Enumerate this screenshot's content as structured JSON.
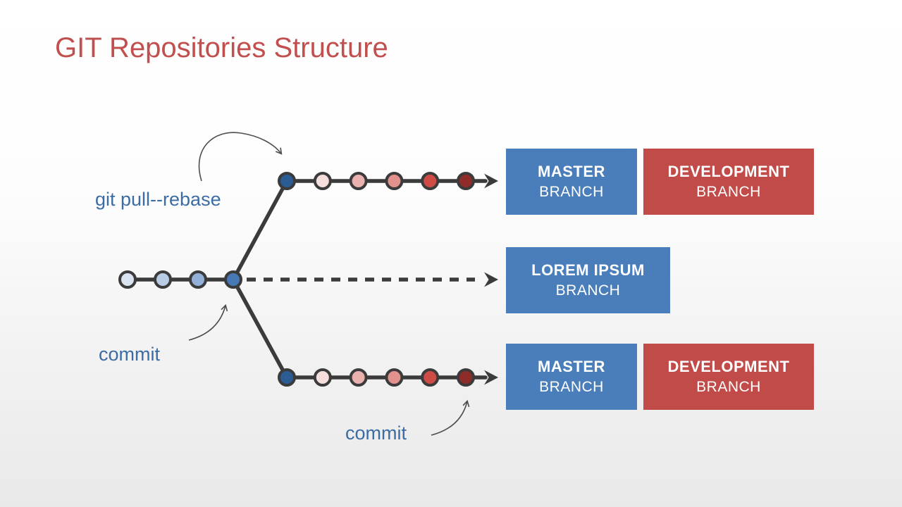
{
  "slide": {
    "title": "GIT Repositories Structure"
  },
  "colors": {
    "title": "#C14F4D",
    "label": "#3C6CA4",
    "line": "#3B3B3B",
    "annotation_arrow": "#4D4D4D",
    "box_text": "#FFFFFF"
  },
  "labels": {
    "git_pull_rebase": "git pull--rebase",
    "commit_upper": "commit",
    "commit_lower": "commit"
  },
  "branch_boxes": [
    {
      "line1": "MASTER",
      "line2": "BRANCH",
      "color": "#4A7EBA"
    },
    {
      "line1": "DEVELOPMENT",
      "line2": "BRANCH",
      "color": "#C04B48"
    },
    {
      "line1": "LOREM IPSUM",
      "line2": "BRANCH",
      "color": "#4A7EBA"
    },
    {
      "line1": "MASTER",
      "line2": "BRANCH",
      "color": "#4A7EBA"
    },
    {
      "line1": "DEVELOPMENT",
      "line2": "BRANCH",
      "color": "#C04B48"
    }
  ],
  "graph": {
    "trunk_commit_colors": [
      "#D9E2EF",
      "#B9CCE6",
      "#93B1D8",
      "#4679B5"
    ],
    "upper_commit_colors": [
      "#2B5C93",
      "#F6DEDC",
      "#EAB2AE",
      "#E2918D",
      "#CF4B45",
      "#8F2B28"
    ],
    "lower_commit_colors": [
      "#2B5C93",
      "#F6DEDC",
      "#EAB2AE",
      "#E2918D",
      "#CF4B45",
      "#8F2B28"
    ]
  }
}
